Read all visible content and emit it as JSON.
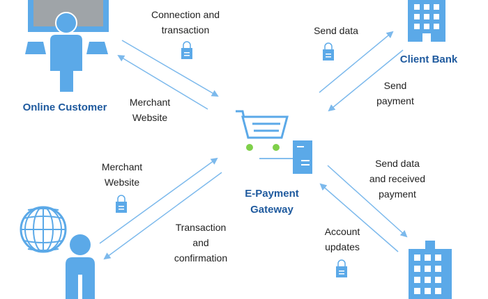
{
  "nodes": {
    "customer": "Online Customer",
    "gateway": "E-Payment\nGateway",
    "client_bank": "Client Bank"
  },
  "edges": {
    "connection": "Connection and\ntransaction",
    "merchant_top": "Merchant\nWebsite",
    "send_data": "Send data",
    "send_payment": "Send\npayment",
    "merchant_bottom": "Merchant\nWebsite",
    "transaction_conf": "Transaction\nand\nconfirmation",
    "send_data_received": "Send data\nand received\npayment",
    "account_updates": "Account\nupdates"
  },
  "colors": {
    "icon": "#5ba9e8",
    "arrow": "#7cb9ec",
    "node_text": "#1f5a9e",
    "wheel": "#7fd04a"
  },
  "icons": [
    "person-icon",
    "monitor-icon",
    "building-icon",
    "globe-icon",
    "shopping-cart-icon",
    "server-icon",
    "lock-bag-icon"
  ]
}
